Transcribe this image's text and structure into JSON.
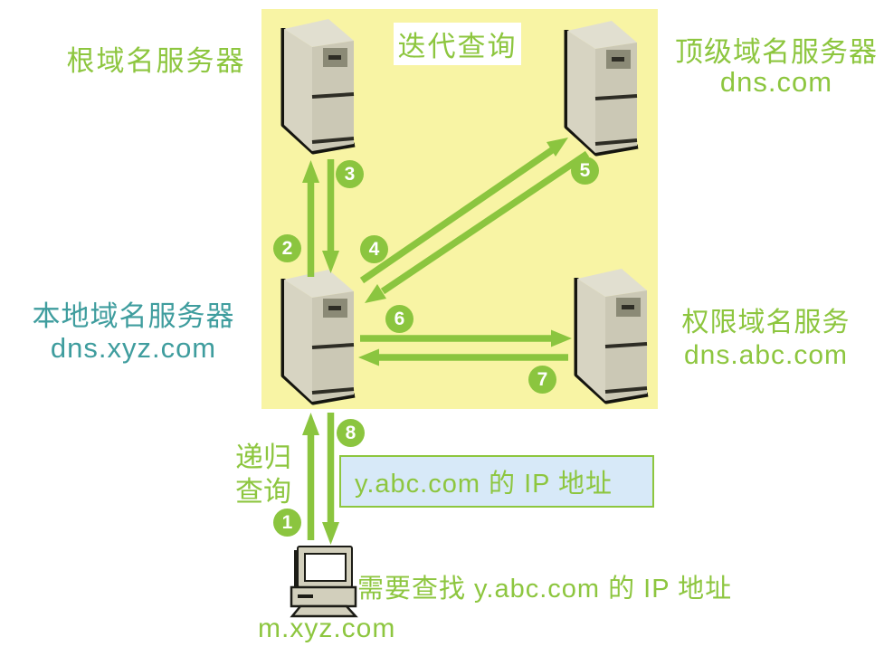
{
  "colors": {
    "accent_green": "#8dc63f",
    "teal": "#3f9d9e",
    "iteration_area_bg": "#f8f4a4",
    "answer_box_bg": "#d7e9f8",
    "server_body": "#cbc8b5"
  },
  "title_box": {
    "label": "迭代查询"
  },
  "labels": {
    "root_server": "根域名服务器",
    "tld_server_line1": "顶级域名服务器",
    "tld_server_line2": "dns.com",
    "local_server_line1": "本地域名服务器",
    "local_server_line2": "dns.xyz.com",
    "auth_server_line1": "权限域名服务",
    "auth_server_line2": "dns.abc.com",
    "recursive_line1": "递归",
    "recursive_line2": "查询",
    "client": "m.xyz.com",
    "need_text": "需要查找 y.abc.com 的 IP 地址",
    "answer_text": "y.abc.com 的 IP 地址"
  },
  "steps": [
    "1",
    "2",
    "3",
    "4",
    "5",
    "6",
    "7",
    "8"
  ]
}
